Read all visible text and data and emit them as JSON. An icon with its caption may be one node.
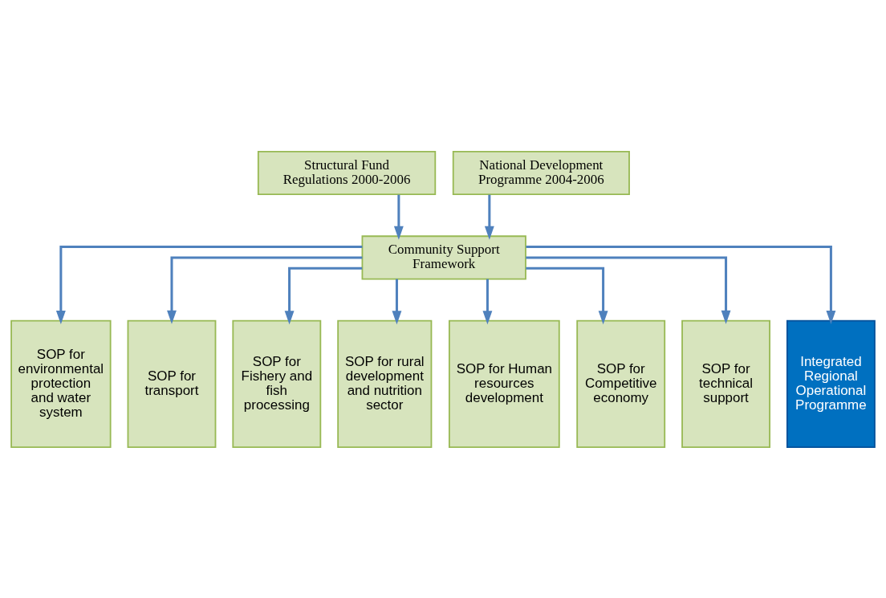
{
  "diagram": {
    "nodes": [
      {
        "text": [
          "Structural Fund Regulations 2000-2006"
        ]
      },
      {
        "text": [
          "National Development Programme 2004-2006"
        ]
      },
      {
        "text": [
          "Community Support Framework"
        ]
      },
      {
        "text": [
          "SOP for environmental protection and water system"
        ]
      },
      {
        "text": [
          "SOP for transport"
        ]
      },
      {
        "text": [
          "SOP for Fishery and fish processing"
        ]
      },
      {
        "text": [
          "SOP for rural development and nutrition sector"
        ]
      },
      {
        "text": [
          "SOP for Human resources development"
        ]
      },
      {
        "text": [
          "SOP for Competitive economy"
        ]
      },
      {
        "text": [
          "SOP for technical support"
        ]
      },
      {
        "text": [
          "Integrated Regional Operational Programme"
        ]
      }
    ],
    "edges": [
      {
        "from": 0,
        "to": 2,
        "arrow": "to"
      },
      {
        "from": 1,
        "to": 2,
        "arrow": "to"
      },
      {
        "from": 2,
        "to": 3,
        "arrow": "to"
      },
      {
        "from": 2,
        "to": 4,
        "arrow": "to"
      },
      {
        "from": 2,
        "to": 5,
        "arrow": "to"
      },
      {
        "from": 2,
        "to": 6,
        "arrow": "to"
      },
      {
        "from": 2,
        "to": 7,
        "arrow": "to"
      },
      {
        "from": 2,
        "to": 8,
        "arrow": "to"
      },
      {
        "from": 2,
        "to": 9,
        "arrow": "to"
      },
      {
        "from": 2,
        "to": 10,
        "arrow": "to"
      }
    ]
  }
}
